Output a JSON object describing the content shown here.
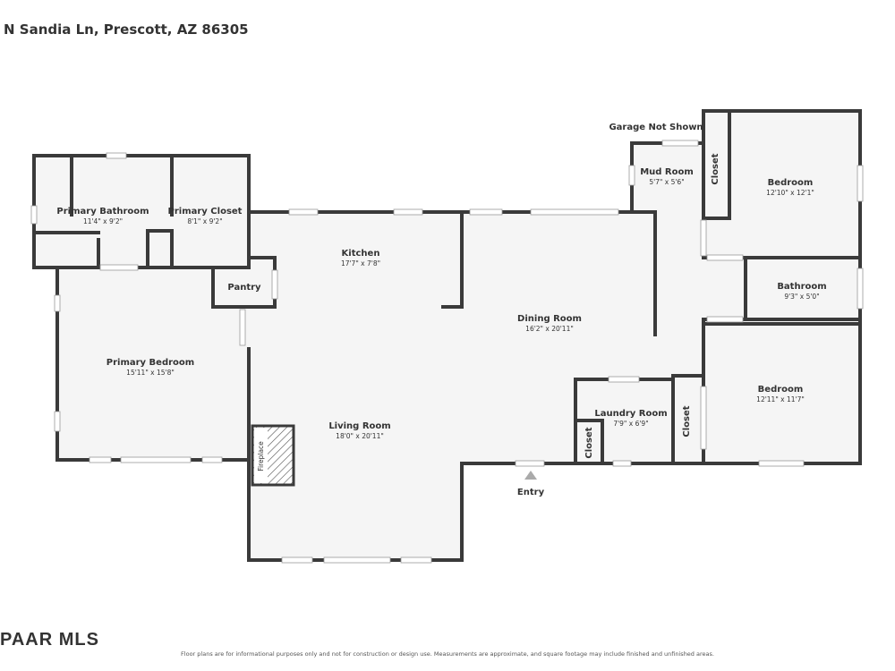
{
  "header": {
    "address": "N Sandia Ln, Prescott, AZ 86305"
  },
  "notes": {
    "garage": "Garage Not Shown",
    "entry": "Entry"
  },
  "rooms": {
    "primary_bathroom": {
      "name": "Primary Bathroom",
      "dims": "11'4\" x 9'2\""
    },
    "primary_closet": {
      "name": "Primary Closet",
      "dims": "8'1\" x 9'2\""
    },
    "pantry": {
      "name": "Pantry"
    },
    "kitchen": {
      "name": "Kitchen",
      "dims": "17'7\" x 7'8\""
    },
    "primary_bedroom": {
      "name": "Primary Bedroom",
      "dims": "15'11\" x 15'8\""
    },
    "living_room": {
      "name": "Living Room",
      "dims": "18'0\" x 20'11\""
    },
    "fireplace": {
      "name": "Fireplace"
    },
    "dining_room": {
      "name": "Dining Room",
      "dims": "16'2\" x 20'11\""
    },
    "mud_room": {
      "name": "Mud Room",
      "dims": "5'7\" x 5'6\""
    },
    "closet_top": {
      "name": "Closet"
    },
    "bedroom_top": {
      "name": "Bedroom",
      "dims": "12'10\" x 12'1\""
    },
    "bathroom": {
      "name": "Bathroom",
      "dims": "9'3\" x 5'0\""
    },
    "bedroom_bottom": {
      "name": "Bedroom",
      "dims": "12'11\" x 11'7\""
    },
    "laundry_room": {
      "name": "Laundry Room",
      "dims": "7'9\" x 6'9\""
    },
    "closet_laundry": {
      "name": "Closet"
    },
    "closet_bedroom": {
      "name": "Closet"
    }
  },
  "footer": {
    "logo": "PAAR MLS",
    "disclaimer": "Floor plans are for informational purposes only and not for construction or design use. Measurements are approximate, and square footage may include finished and unfinished areas."
  },
  "colors": {
    "wall": "#3a3a3a",
    "floor": "#f5f5f5",
    "window": "#ffffff"
  }
}
